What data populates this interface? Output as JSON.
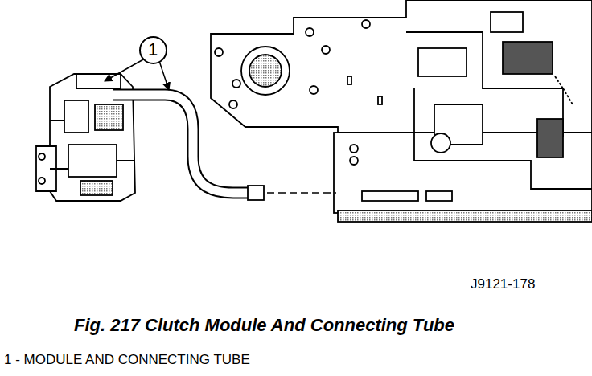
{
  "diagram": {
    "caption": "Fig. 217 Clutch Module And Connecting Tube",
    "nodes": [
      {
        "text": [
          "1"
        ]
      }
    ],
    "labels": [
      "J9121-178",
      "1 - MODULE AND CONNECTING TUBE"
    ]
  }
}
